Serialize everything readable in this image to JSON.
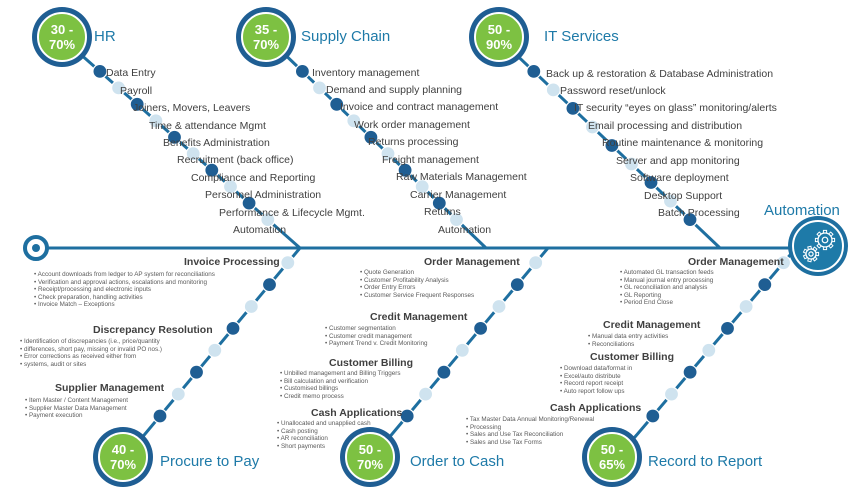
{
  "colors": {
    "spine": "#1e6fa0",
    "dark_dot": "#1f5e93",
    "light_dot": "#cfe3ef",
    "green": "#7dc142",
    "accent_text": "#1e7aa8"
  },
  "top": [
    {
      "title": "HR",
      "pct": [
        "30 -",
        "70%"
      ],
      "items": [
        "Data Entry",
        "Payroll",
        "Joiners, Movers, Leavers",
        "Time & attendance Mgmt",
        "Benefits Administration",
        "Recruitment (back office)",
        "Compliance and Reporting",
        "Personnel Administration",
        "Performance & Lifecycle Mgmt.",
        "Automation"
      ]
    },
    {
      "title": "Supply Chain",
      "pct": [
        "35 -",
        "70%"
      ],
      "items": [
        "Inventory management",
        "Demand and supply planning",
        "Invoice and contract management",
        "Work order management",
        "Returns processing",
        "Freight management",
        "Raw Materials Management",
        "Carrier Management",
        "Returns",
        "Automation"
      ]
    },
    {
      "title": "IT Services",
      "pct": [
        "50 -",
        "90%"
      ],
      "items": [
        "Back up & restoration & Database Administration",
        "Password reset/unlock",
        "IT security “eyes on glass” monitoring/alerts",
        "Email processing and distribution",
        "Routine maintenance & monitoring",
        "Server and app monitoring",
        "Software deployment",
        "Desktop Support",
        "Batch Processing"
      ]
    }
  ],
  "head": {
    "title": "Automation",
    "icon": "gears-icon"
  },
  "bottom": [
    {
      "title": "Procure to Pay",
      "pct": [
        "40 -",
        "70%"
      ],
      "sections": [
        {
          "heading": "Invoice Processing",
          "bullets": [
            "Account downloads from ledger to AP system for reconciliations",
            "Verification and approval actions, escalations and monitoring",
            "Receipt/processing and electronic inputs",
            "Check preparation, handling activities",
            "Invoice Match – Exceptions"
          ]
        },
        {
          "heading": "Discrepancy Resolution",
          "bullets": [
            "Identification of discrepancies (i.e., price/quantity",
            "differences, short pay, missing or invalid PO nos.)",
            "Error corrections as received either from",
            "systems, audit or sites"
          ]
        },
        {
          "heading": "Supplier Management",
          "bullets": [
            "Item Master / Content Management",
            "Supplier Master Data Management",
            "Payment execution"
          ]
        }
      ]
    },
    {
      "title": "Order to Cash",
      "pct": [
        "50 -",
        "70%"
      ],
      "sections": [
        {
          "heading": "Order Management",
          "bullets": [
            "Quote Generation",
            "Customer Profitability Analysis",
            "Order Entry Errors",
            "Customer Service Frequent Responses"
          ]
        },
        {
          "heading": "Credit Management",
          "bullets": [
            "Customer segmentation",
            "Customer credit management",
            "Payment Trend v. Credit Monitoring"
          ]
        },
        {
          "heading": "Customer Billing",
          "bullets": [
            "Unbilled management and Billing Triggers",
            "Bill calculation and verification",
            "Customised billings",
            "Credit memo process"
          ]
        },
        {
          "heading": "Cash Applications",
          "bullets": [
            "Unallocated and unapplied cash",
            "Cash posting",
            "AR reconciliation",
            "Short payments"
          ]
        }
      ]
    },
    {
      "title": "Record to Report",
      "pct": [
        "50 -",
        "65%"
      ],
      "sections": [
        {
          "heading": "Order Management",
          "bullets": [
            "Automated GL transaction feeds",
            "Manual journal entry processing",
            "GL reconciliation and analysis",
            "GL Reporting",
            "Period End Close"
          ]
        },
        {
          "heading": "Credit Management",
          "bullets": [
            "Manual data entry activities",
            "Reconciliations"
          ]
        },
        {
          "heading": "Customer Billing",
          "bullets": [
            "Download data/format in",
            "Excel/auto  distribute",
            "Record report  receipt",
            "Auto report  follow ups"
          ]
        },
        {
          "heading": "Cash Applications",
          "bullets": [
            "Tax Master Data Annual Monitoring/Renewal",
            "Processing",
            "Sales and Use Tax Reconciliation",
            "Sales and Use Tax Forms"
          ]
        }
      ]
    }
  ]
}
